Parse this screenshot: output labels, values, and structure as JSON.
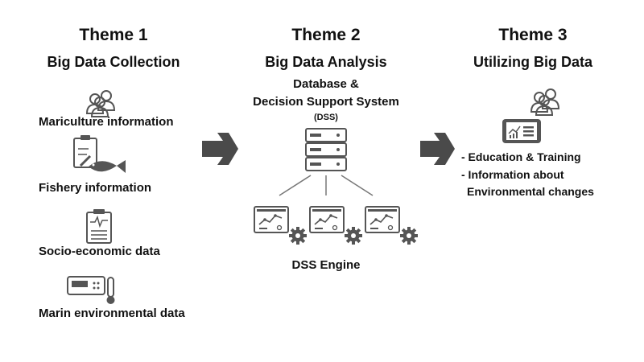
{
  "theme1": {
    "title": "Theme 1",
    "subtitle": "Big Data Collection",
    "items": [
      {
        "label": "Mariculture information",
        "icon": "people-icon"
      },
      {
        "label": "Fishery information",
        "icon": "clipboard-fish-icon"
      },
      {
        "label": "Socio-economic data",
        "icon": "clipboard-chart-icon"
      },
      {
        "label": "Marin environmental data",
        "icon": "sensor-thermometer-icon"
      }
    ]
  },
  "theme2": {
    "title": "Theme 2",
    "subtitle": "Big Data Analysis",
    "db_line1": "Database &",
    "db_line2": "Decision Support System",
    "dss_abbrev": "(DSS)",
    "engine_label": "DSS Engine"
  },
  "theme3": {
    "title": "Theme 3",
    "subtitle": "Utilizing Big Data",
    "bullets": [
      "- Education & Training",
      "- Information about",
      "Environmental changes"
    ]
  },
  "colors": {
    "icon": "#555555",
    "text": "#111111",
    "arrow": "#4a4a4a"
  }
}
